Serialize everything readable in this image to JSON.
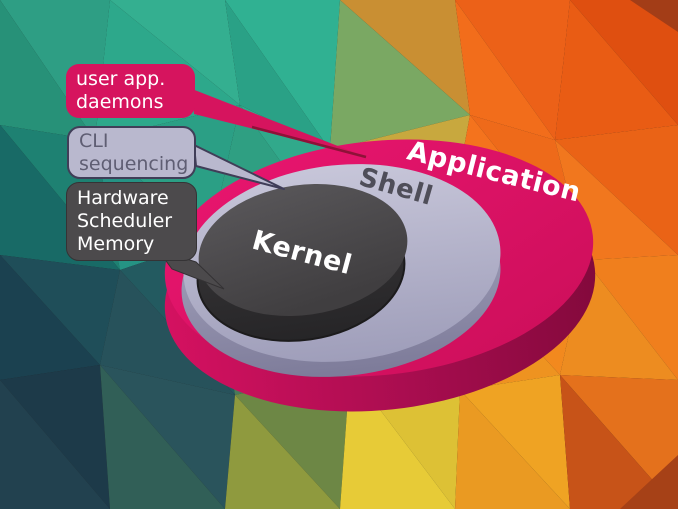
{
  "diagram": {
    "title_present": false,
    "rings": [
      {
        "id": "application",
        "label": "Application"
      },
      {
        "id": "shell",
        "label": "Shell"
      },
      {
        "id": "kernel",
        "label": "Kernel"
      }
    ],
    "callouts": [
      {
        "id": "user-apps",
        "label": "user app.\ndaemons",
        "target": "application"
      },
      {
        "id": "cli",
        "label": "CLI\nsequencing",
        "target": "shell"
      },
      {
        "id": "hardware",
        "label": "Hardware\nScheduler\nMemory",
        "target": "kernel"
      }
    ]
  },
  "colors": {
    "app-pink": "#d8115f",
    "app-pink-bright": "#ea1670",
    "app-pink-deep": "#cb0e59",
    "app-pink-side": "#a30d4e",
    "app-pink-side-dark": "#83093c",
    "shell-lavender": "#b9b8ce",
    "shell-lavender-light": "#c7c6d9",
    "shell-lavender-dark": "#8a88a4",
    "kernel-gray": "#4c4a4c",
    "kernel-gray-light": "#5a585b",
    "kernel-gray-dark": "#302f30",
    "callout-pink": "#d6145e",
    "callout-lavender": "#b9b8ce",
    "callout-lavender-border": "#403e58",
    "callout-lavender-text": "#5f5e73",
    "callout-dark": "#4c4a4c",
    "shell-text": "#4f4e59",
    "text-white": "#ffffff",
    "bg-teal": "#2fae8e",
    "bg-dark-slate": "#1f3d4c",
    "bg-orange": "#ec6118",
    "bg-yellow": "#ddc135"
  }
}
